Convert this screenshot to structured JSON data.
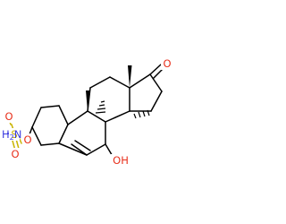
{
  "molecule": {
    "atoms": {
      "ketone_oxygen": {
        "symbol": "O",
        "color": "#e8301c"
      },
      "hydroxyl": {
        "symbol": "OH",
        "color": "#e8301c"
      },
      "ester_oxygen": {
        "symbol": "O",
        "color": "#e8301c"
      },
      "sulfur": {
        "symbol": "S",
        "color": "#c9b400"
      },
      "sulfonyl_oxygen_top": {
        "symbol": "O",
        "color": "#e8301c"
      },
      "sulfonyl_oxygen_bottom": {
        "symbol": "O",
        "color": "#e8301c"
      },
      "amine": {
        "symbol": "H",
        "subscript": "2",
        "suffix": "N",
        "color": "#3a3adf"
      }
    }
  }
}
